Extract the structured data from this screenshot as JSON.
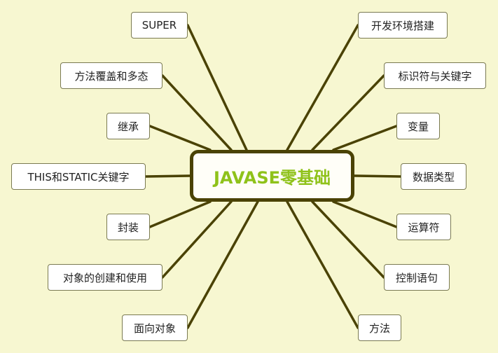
{
  "center": {
    "title": "JAVASE零基础"
  },
  "colors": {
    "background": "#f7f7d1",
    "line": "#4a4204",
    "center_text": "#8fc21a"
  },
  "left_nodes": [
    "SUPER",
    "方法覆盖和多态",
    "继承",
    "THIS和STATIC关键字",
    "封装",
    "对象的创建和使用",
    "面向对象"
  ],
  "right_nodes": [
    "开发环境搭建",
    "标识符与关键字",
    "变量",
    "数据类型",
    "运算符",
    "控制语句",
    "方法"
  ]
}
